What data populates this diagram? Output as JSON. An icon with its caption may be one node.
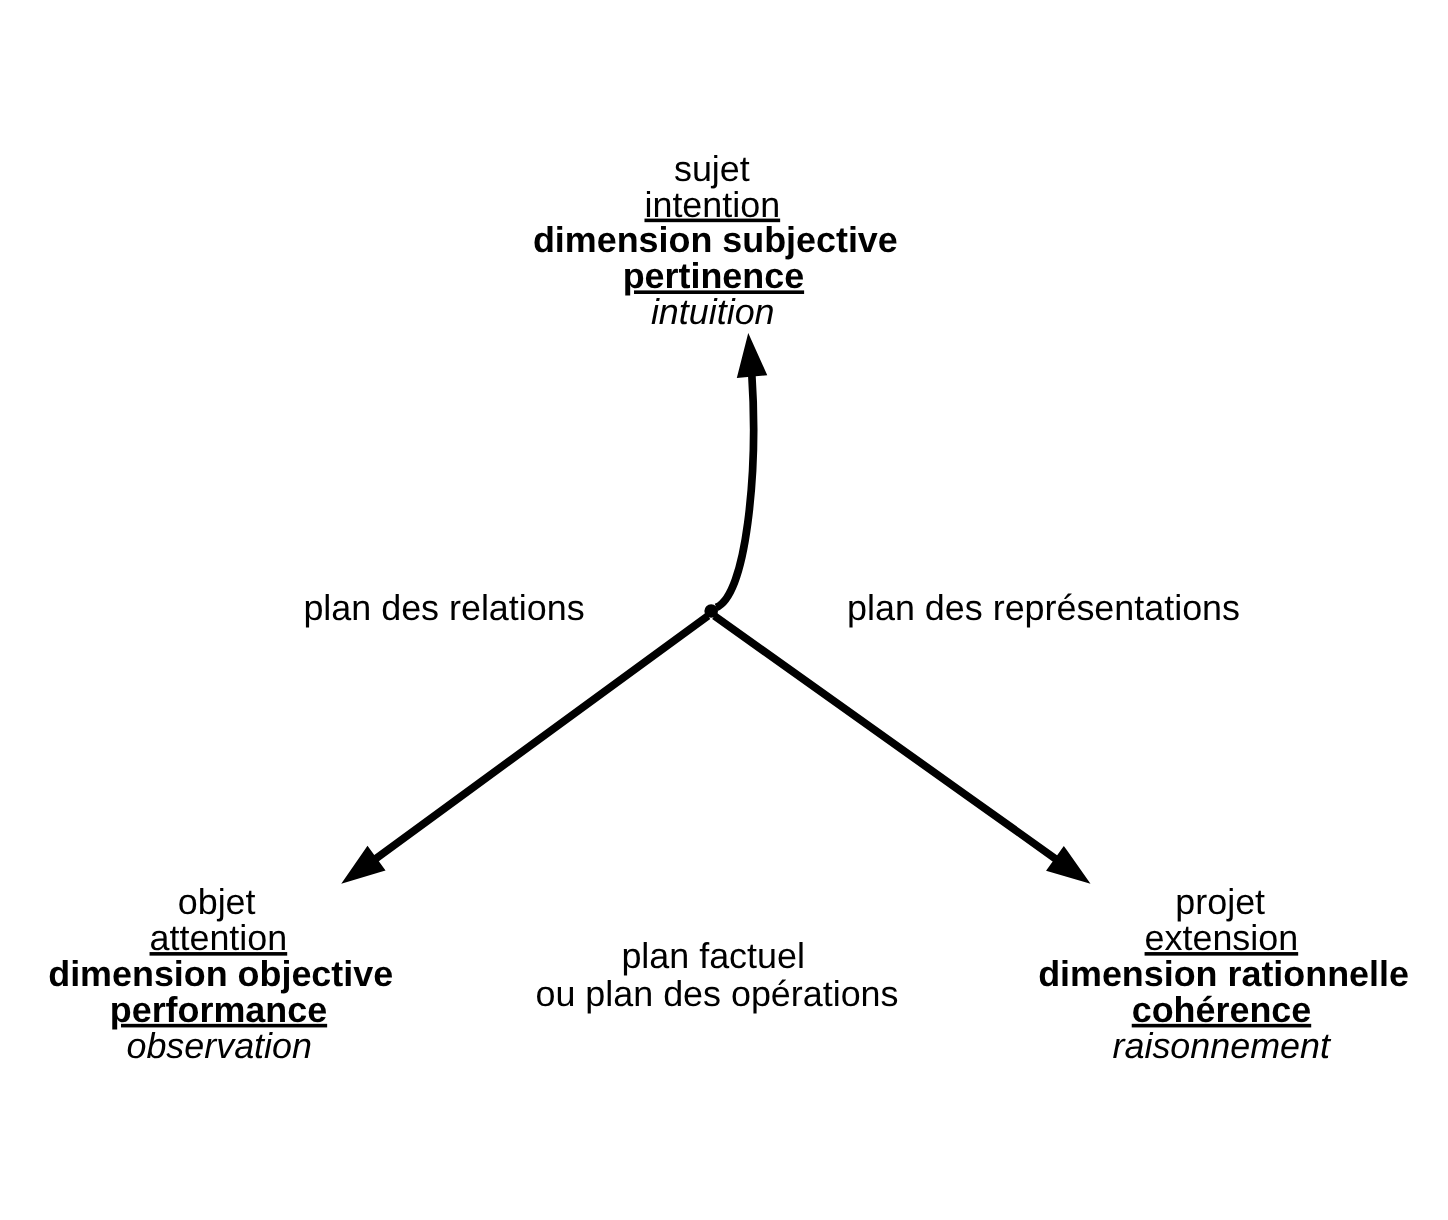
{
  "diagram": {
    "nodes": [
      {
        "text": [
          "sujet",
          "intention",
          "dimension subjective",
          "pertinence",
          "intuition"
        ]
      },
      {
        "text": [],
        "shape": "point"
      },
      {
        "text": [
          "objet",
          "attention",
          "dimension objective",
          "performance",
          "observation"
        ]
      },
      {
        "text": [
          "projet",
          "extension",
          "dimension rationnelle",
          "cohérence",
          "raisonnement"
        ]
      }
    ],
    "edges": [
      {
        "from": 1,
        "to": 0,
        "arrow": "to"
      },
      {
        "from": 1,
        "to": 2,
        "arrow": "to"
      },
      {
        "from": 1,
        "to": 3,
        "arrow": "to"
      }
    ],
    "labels": [
      "plan des relations",
      "plan des représentations",
      "plan factuel ou plan des opérations"
    ]
  }
}
